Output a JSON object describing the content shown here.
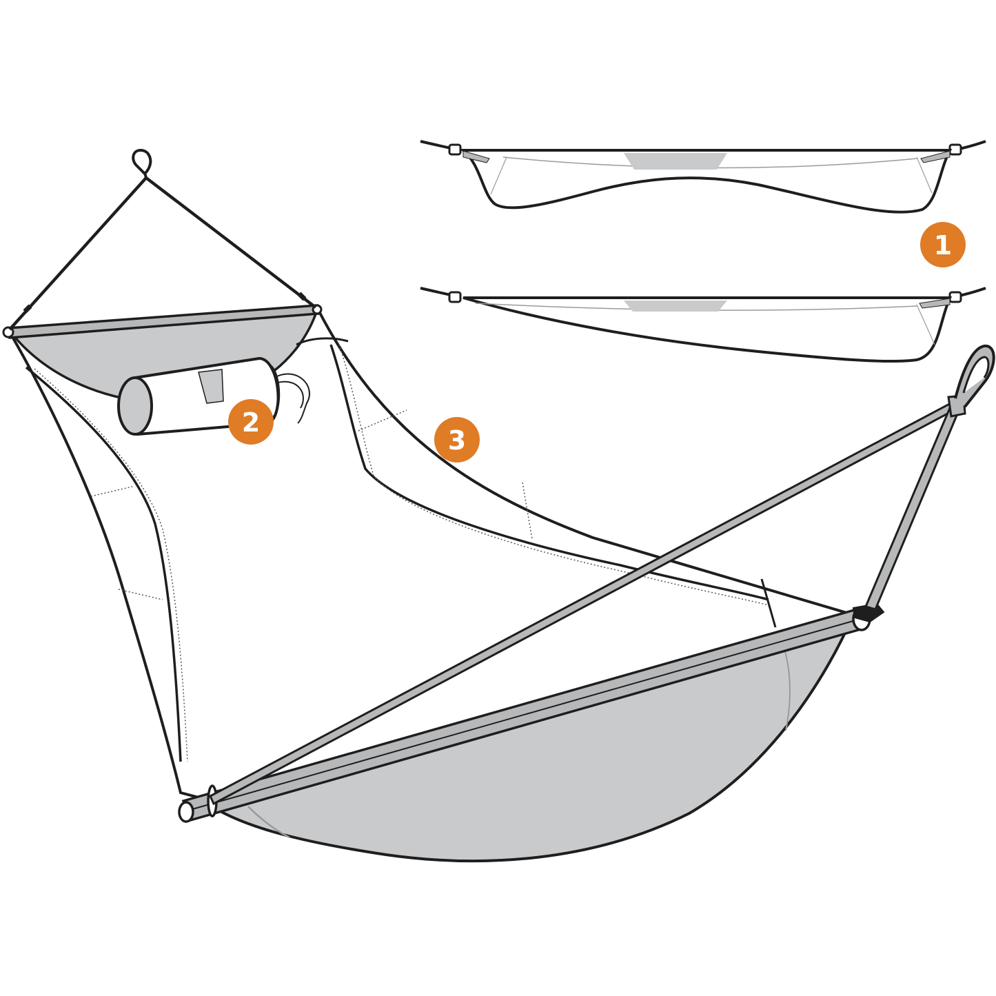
{
  "colors": {
    "line": "#1e1e1e",
    "fabric_grey": "#c9cacc",
    "strap_grey": "#b7b8ba",
    "callout_orange": "#e07b26",
    "callout_text": "#ffffff",
    "background": "#ffffff"
  },
  "callouts": [
    {
      "label": "1"
    },
    {
      "label": "2"
    },
    {
      "label": "3"
    }
  ]
}
